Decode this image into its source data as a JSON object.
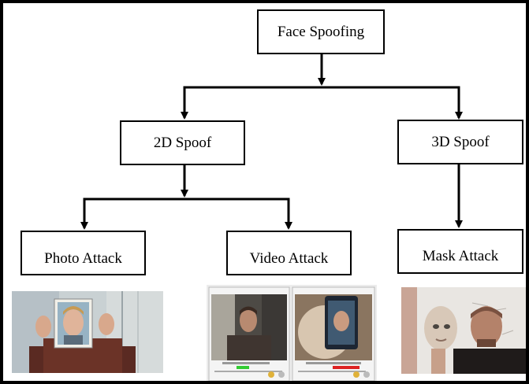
{
  "diagram": {
    "nodes": [
      {
        "id": "face-spoofing",
        "label": "Face Spoofing"
      },
      {
        "id": "2d-spoof",
        "label": "2D Spoof"
      },
      {
        "id": "3d-spoof",
        "label": "3D Spoof"
      },
      {
        "id": "photo-attack",
        "label": "Photo Attack"
      },
      {
        "id": "video-attack",
        "label": "Video Attack"
      },
      {
        "id": "mask-attack",
        "label": "Mask Attack"
      }
    ],
    "edges": [
      {
        "from": "face-spoofing",
        "to": "2d-spoof"
      },
      {
        "from": "face-spoofing",
        "to": "3d-spoof"
      },
      {
        "from": "2d-spoof",
        "to": "photo-attack"
      },
      {
        "from": "2d-spoof",
        "to": "video-attack"
      },
      {
        "from": "3d-spoof",
        "to": "mask-attack"
      }
    ],
    "images": [
      {
        "id": "photo-attack-example",
        "depicts": "person holding printed face photo"
      },
      {
        "id": "video-attack-example",
        "depicts": "two software windows: live face and face shown on phone screen"
      },
      {
        "id": "mask-attack-example",
        "depicts": "man holding a face mask beside his face"
      }
    ]
  }
}
